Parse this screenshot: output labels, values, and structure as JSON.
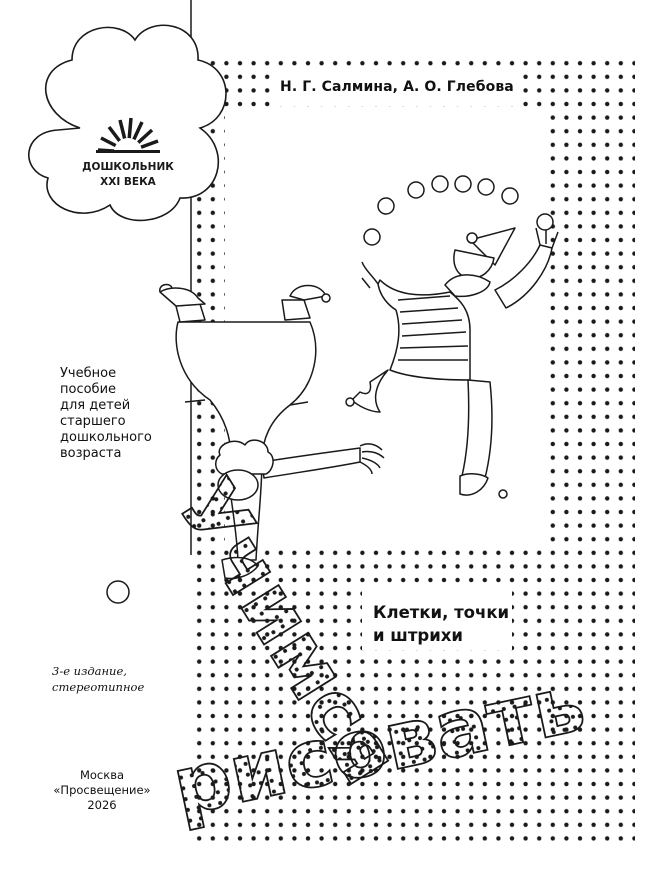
{
  "series": {
    "name_line1": "ДОШКОЛЬНИК",
    "name_line2": "XXI ВЕКА",
    "logo_icon": "rising-sun-icon"
  },
  "authors": "Н. Г. Салмина, А. О. Глебова",
  "description": [
    "Учебное",
    "пособие",
    "для детей",
    "старшего",
    "дошкольного",
    "возраста"
  ],
  "title": {
    "line1": "Учимся",
    "line2": "рисовать"
  },
  "subtitle": [
    "Клетки, точки",
    "и штрихи"
  ],
  "edition": [
    "3-е издание,",
    "стереотипное"
  ],
  "imprint": [
    "Москва",
    "«Просвещение»",
    "2026"
  ],
  "illustration": {
    "subject": "two-clowns-juggling-icon",
    "ink": "#1a1a1a",
    "paper": "#ffffff"
  }
}
